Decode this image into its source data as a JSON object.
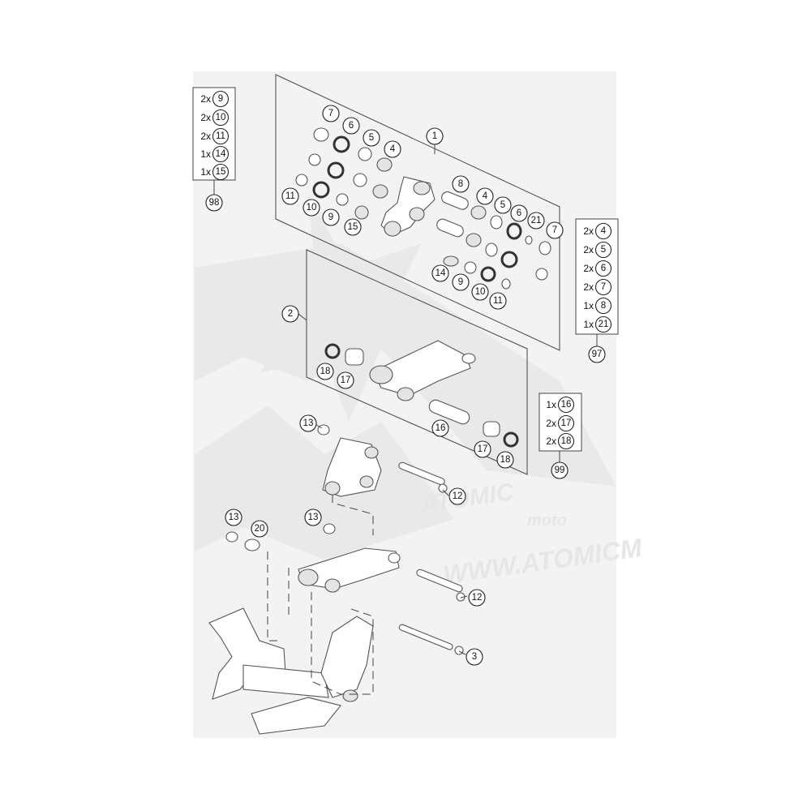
{
  "watermark": {
    "brand": "ATOMIC",
    "sub": "moto",
    "url": "WWW.ATOMICM"
  },
  "callouts": [
    {
      "id": "c1",
      "num": "1"
    },
    {
      "id": "c2",
      "num": "2"
    },
    {
      "id": "c3",
      "num": "3"
    },
    {
      "id": "c4a",
      "num": "4"
    },
    {
      "id": "c4b",
      "num": "4"
    },
    {
      "id": "c5a",
      "num": "5"
    },
    {
      "id": "c5b",
      "num": "5"
    },
    {
      "id": "c6a",
      "num": "6"
    },
    {
      "id": "c6b",
      "num": "6"
    },
    {
      "id": "c7a",
      "num": "7"
    },
    {
      "id": "c7b",
      "num": "7"
    },
    {
      "id": "c8",
      "num": "8"
    },
    {
      "id": "c9a",
      "num": "9"
    },
    {
      "id": "c9b",
      "num": "9"
    },
    {
      "id": "c10a",
      "num": "10"
    },
    {
      "id": "c10b",
      "num": "10"
    },
    {
      "id": "c11a",
      "num": "11"
    },
    {
      "id": "c11b",
      "num": "11"
    },
    {
      "id": "c12a",
      "num": "12"
    },
    {
      "id": "c12b",
      "num": "12"
    },
    {
      "id": "c13a",
      "num": "13"
    },
    {
      "id": "c13b",
      "num": "13"
    },
    {
      "id": "c13c",
      "num": "13"
    },
    {
      "id": "c14",
      "num": "14"
    },
    {
      "id": "c15",
      "num": "15"
    },
    {
      "id": "c16",
      "num": "16"
    },
    {
      "id": "c17a",
      "num": "17"
    },
    {
      "id": "c17b",
      "num": "17"
    },
    {
      "id": "c18a",
      "num": "18"
    },
    {
      "id": "c18b",
      "num": "18"
    },
    {
      "id": "c20",
      "num": "20"
    },
    {
      "id": "c21",
      "num": "21"
    }
  ],
  "kits": [
    {
      "id": "kit98",
      "kit_number": "98",
      "items": [
        {
          "qty": "2x",
          "part": "9"
        },
        {
          "qty": "2x",
          "part": "10"
        },
        {
          "qty": "2x",
          "part": "11"
        },
        {
          "qty": "1x",
          "part": "14"
        },
        {
          "qty": "1x",
          "part": "15"
        }
      ]
    },
    {
      "id": "kit97",
      "kit_number": "97",
      "items": [
        {
          "qty": "2x",
          "part": "4"
        },
        {
          "qty": "2x",
          "part": "5"
        },
        {
          "qty": "2x",
          "part": "6"
        },
        {
          "qty": "2x",
          "part": "7"
        },
        {
          "qty": "1x",
          "part": "8"
        },
        {
          "qty": "1x",
          "part": "21"
        }
      ]
    },
    {
      "id": "kit99",
      "kit_number": "99",
      "items": [
        {
          "qty": "1x",
          "part": "16"
        },
        {
          "qty": "2x",
          "part": "17"
        },
        {
          "qty": "2x",
          "part": "18"
        }
      ]
    }
  ]
}
